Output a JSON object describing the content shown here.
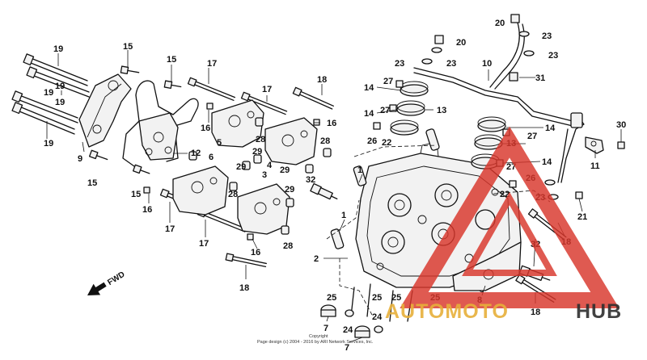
{
  "diagram": {
    "callouts": [
      {
        "id": "c19a",
        "text": "19"
      },
      {
        "id": "c19b",
        "text": "19"
      },
      {
        "id": "c19c",
        "text": "19"
      },
      {
        "id": "c19d",
        "text": "19"
      },
      {
        "id": "c19e",
        "text": "19"
      },
      {
        "id": "c9",
        "text": "9"
      },
      {
        "id": "c15a",
        "text": "15"
      },
      {
        "id": "c15b",
        "text": "15"
      },
      {
        "id": "c15c",
        "text": "15"
      },
      {
        "id": "c15d",
        "text": "15"
      },
      {
        "id": "c16a",
        "text": "16"
      },
      {
        "id": "c16b",
        "text": "16"
      },
      {
        "id": "c16c",
        "text": "16"
      },
      {
        "id": "c16d",
        "text": "16"
      },
      {
        "id": "c12",
        "text": "12"
      },
      {
        "id": "c17a",
        "text": "17"
      },
      {
        "id": "c17b",
        "text": "17"
      },
      {
        "id": "c17c",
        "text": "17"
      },
      {
        "id": "c17d",
        "text": "17"
      },
      {
        "id": "c18a",
        "text": "18"
      },
      {
        "id": "c18b",
        "text": "18"
      },
      {
        "id": "c18c",
        "text": "18"
      },
      {
        "id": "c18d",
        "text": "18"
      },
      {
        "id": "c5",
        "text": "5"
      },
      {
        "id": "c4",
        "text": "4"
      },
      {
        "id": "c6",
        "text": "6"
      },
      {
        "id": "c3",
        "text": "3"
      },
      {
        "id": "c28a",
        "text": "28"
      },
      {
        "id": "c28b",
        "text": "28"
      },
      {
        "id": "c28c",
        "text": "28"
      },
      {
        "id": "c28d",
        "text": "28"
      },
      {
        "id": "c29a",
        "text": "29"
      },
      {
        "id": "c29b",
        "text": "29"
      },
      {
        "id": "c29c",
        "text": "29"
      },
      {
        "id": "c29d",
        "text": "29"
      },
      {
        "id": "c32a",
        "text": "32"
      },
      {
        "id": "c32b",
        "text": "32"
      },
      {
        "id": "c1a",
        "text": "1"
      },
      {
        "id": "c1b",
        "text": "1"
      },
      {
        "id": "c2",
        "text": "2"
      },
      {
        "id": "c14a",
        "text": "14"
      },
      {
        "id": "c14b",
        "text": "14"
      },
      {
        "id": "c14c",
        "text": "14"
      },
      {
        "id": "c14d",
        "text": "14"
      },
      {
        "id": "c27a",
        "text": "27"
      },
      {
        "id": "c27b",
        "text": "27"
      },
      {
        "id": "c27c",
        "text": "27"
      },
      {
        "id": "c27d",
        "text": "27"
      },
      {
        "id": "c13a",
        "text": "13"
      },
      {
        "id": "c13b",
        "text": "13"
      },
      {
        "id": "c26a",
        "text": "26"
      },
      {
        "id": "c26b",
        "text": "26"
      },
      {
        "id": "c22a",
        "text": "22"
      },
      {
        "id": "c22b",
        "text": "22"
      },
      {
        "id": "c23a",
        "text": "23"
      },
      {
        "id": "c23b",
        "text": "23"
      },
      {
        "id": "c23c",
        "text": "23"
      },
      {
        "id": "c23d",
        "text": "23"
      },
      {
        "id": "c23e",
        "text": "23"
      },
      {
        "id": "c20a",
        "text": "20"
      },
      {
        "id": "c20b",
        "text": "20"
      },
      {
        "id": "c10",
        "text": "10"
      },
      {
        "id": "c31",
        "text": "31"
      },
      {
        "id": "c30",
        "text": "30"
      },
      {
        "id": "c11",
        "text": "11"
      },
      {
        "id": "c21",
        "text": "21"
      },
      {
        "id": "c8",
        "text": "8"
      },
      {
        "id": "c25a",
        "text": "25"
      },
      {
        "id": "c25b",
        "text": "25"
      },
      {
        "id": "c25c",
        "text": "25"
      },
      {
        "id": "c25d",
        "text": "25"
      },
      {
        "id": "c24a",
        "text": "24"
      },
      {
        "id": "c24b",
        "text": "24"
      },
      {
        "id": "c7a",
        "text": "7"
      },
      {
        "id": "c7b",
        "text": "7"
      }
    ],
    "fwd_label": "FWD",
    "copyright": [
      "Copyright",
      "Page design (c) 2004 - 2016 by ARI Network Services, Inc."
    ]
  },
  "watermark": {
    "part1": "AUTOMOTO",
    "part2": "HUB",
    "colors": {
      "accent": "#d9362b",
      "gold": "#e7b03a",
      "dark": "#2e2e2e"
    }
  }
}
